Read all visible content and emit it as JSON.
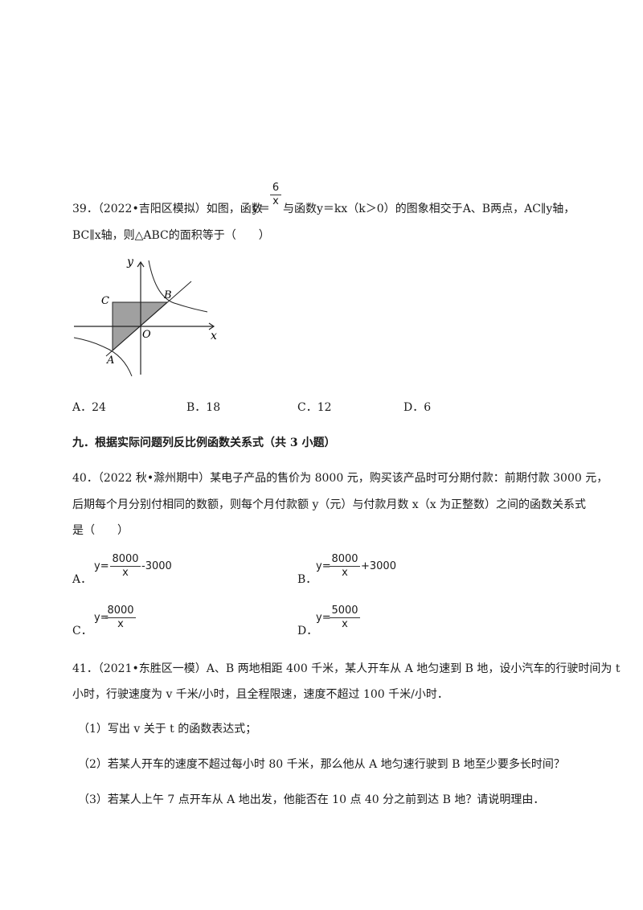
{
  "q39": {
    "num": "39．",
    "src": "（2022•吉阳区模拟）如图，函数",
    "y_eq": "y＝",
    "frac_num": "6",
    "frac_den": "x",
    "mid": "与函数",
    "y_eq2": "y＝kx（k＞0）",
    "tail": "的图象相交于",
    "ab": "A、B",
    "tail2": "两点，",
    "acy": "AC∥y轴，",
    "line2": "BC∥x轴，则△ABC的面积等于（　　）",
    "options": [
      "A．24",
      "B．18",
      "C．12",
      "D．6"
    ],
    "graph": {
      "labels": {
        "y": "y",
        "x": "x",
        "C": "C",
        "B": "B",
        "O": "O",
        "A": "A"
      }
    }
  },
  "section9": {
    "title": "九．根据实际问题列反比例函数关系式（共 3 小题）"
  },
  "q40": {
    "num": "40．",
    "line1": "（2022 秋•滁州期中）某电子产品的售价为 8000 元，购买该产品时可分期付款：前期付款 3000 元，",
    "line2": "后期每个月分别付相同的数额，则每个月付款额 y（元）与付款月数 x（x 为正整数）之间的函数关系式",
    "line3": "是（　　）",
    "options": [
      {
        "label": "A．",
        "y": "y=",
        "num": "8000",
        "den": "x",
        "tail": "-3000"
      },
      {
        "label": "B．",
        "y": "y=",
        "num": "8000",
        "den": "x",
        "tail": "+3000"
      },
      {
        "label": "C．",
        "y": "y=",
        "num": "8000",
        "den": "x",
        "tail": ""
      },
      {
        "label": "D．",
        "y": "y=",
        "num": "5000",
        "den": "x",
        "tail": ""
      }
    ]
  },
  "q41": {
    "num": "41．",
    "line1": "（2021•东胜区一模）A、B 两地相距 400 千米，某人开车从 A 地匀速到 B 地，设小汽车的行驶时间为 t",
    "line2": "小时，行驶速度为 v 千米/小时，且全程限速，速度不超过 100 千米/小时．",
    "parts": [
      "（1）写出 v 关于 t 的函数表达式；",
      "（2）若某人开车的速度不超过每小时 80 千米，那么他从 A 地匀速行驶到 B 地至少要多长时间？",
      "（3）若某人上午 7 点开车从 A 地出发，他能否在 10 点 40 分之前到达 B 地？请说明理由．"
    ]
  }
}
